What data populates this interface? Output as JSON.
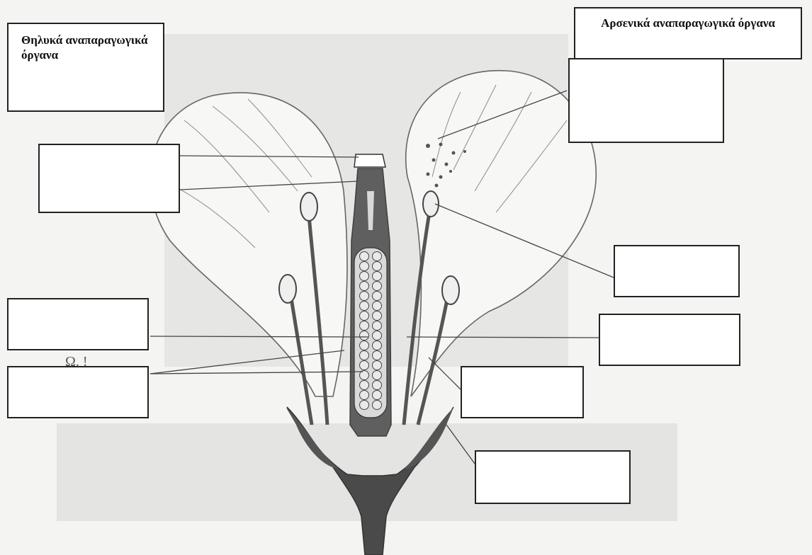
{
  "headings": {
    "female": "Θηλυκά αναπαραγωγικά όργανα",
    "male": "Αρσενικά αναπαραγωγικά όργανα"
  },
  "stray_text": "Ω. !",
  "label_boxes": [
    {
      "id": "male-box-top",
      "text": ""
    },
    {
      "id": "left-box-stigma-style",
      "text": ""
    },
    {
      "id": "right-box-anther",
      "text": ""
    },
    {
      "id": "left-box-ovary",
      "text": ""
    },
    {
      "id": "right-box-filament",
      "text": ""
    },
    {
      "id": "left-box-ovules",
      "text": ""
    },
    {
      "id": "right-box-petal-base",
      "text": ""
    },
    {
      "id": "right-box-sepal",
      "text": ""
    }
  ],
  "colors": {
    "pistil": "#5f5f5f",
    "pistil_dark": "#3f3f3f",
    "receptacle": "#4a4a4a",
    "petal_stroke": "#666666",
    "leader_line": "#444444",
    "ovule_fill": "#e9e9e9"
  }
}
